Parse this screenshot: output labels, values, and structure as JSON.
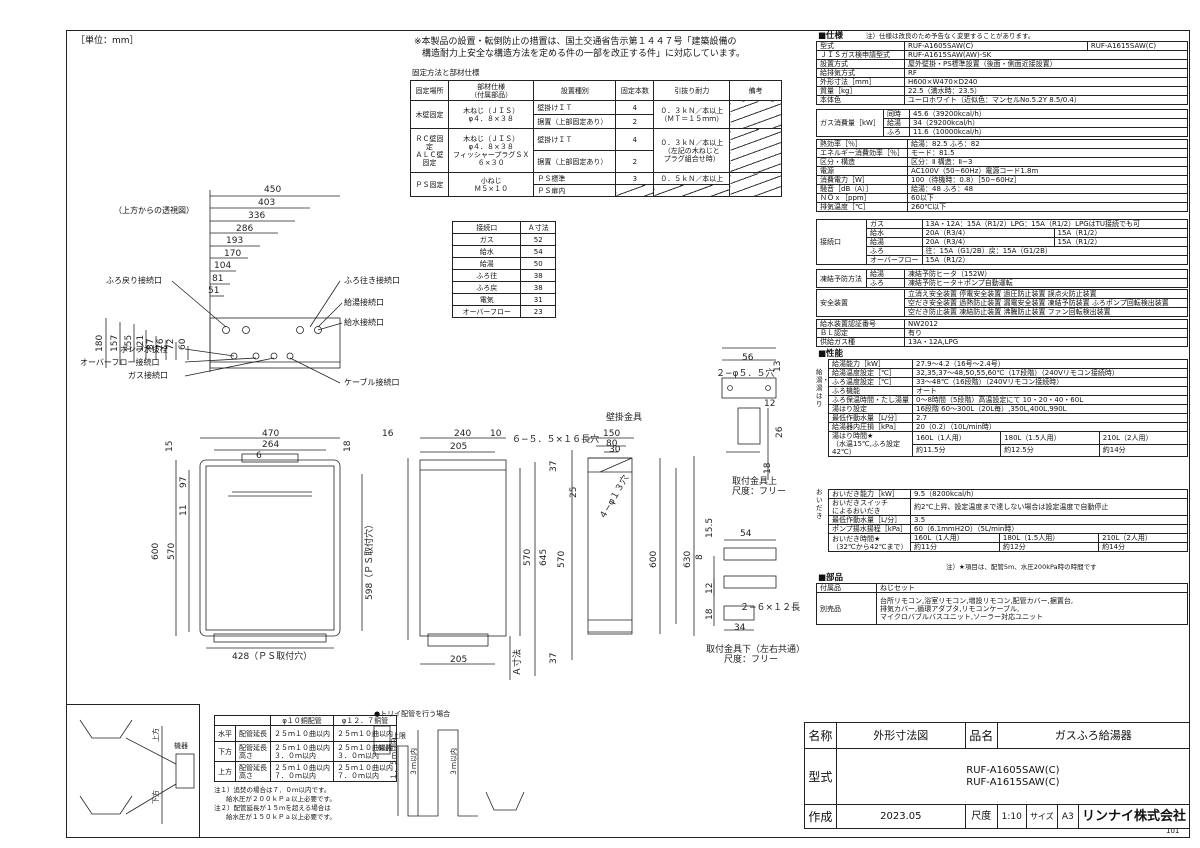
{
  "unit_label": "［単位：mm］",
  "page_number": "101",
  "notice": {
    "line1": "※本製品の設置・転倒防止の措置は、国土交通省告示第１４４７号「建築設備の",
    "line2": "構造耐力上安全な構造方法を定める件の一部を改正する件」に対応しています。"
  },
  "fixing": {
    "title": "固定方法と部材仕様",
    "headers": [
      "固定場所",
      "部材仕様\n（付属部品）",
      "設置種別",
      "固定本数",
      "引抜り耐力",
      "備考"
    ],
    "rows": [
      {
        "place": "木壁固定",
        "member": "木ねじ（ＪＩＳ）\nφ４．８×３８",
        "types": [
          "壁掛けＩＴ",
          "据置（上部固定あり）"
        ],
        "counts": [
          "4",
          "2"
        ],
        "strength": "０．３ｋＮ／本以上\n（ＭＴ＝１５ｍｍ）"
      },
      {
        "place": "ＲＣ壁固定\nＡＬＣ壁固定",
        "member": "木ねじ（ＪＩＳ）\nφ４．８×３８\nフィッシャープラグＳＸ\n６×３０",
        "types": [
          "壁掛けＩＴ",
          "据置（上部固定あり）"
        ],
        "counts": [
          "4",
          "2"
        ],
        "strength": "０．３ｋＮ／本以上\n（左記の木ねじと\nプラグ組合せ時）"
      },
      {
        "place": "ＰＳ固定",
        "member": "小ねじ\nＭ５×１０",
        "types": [
          "ＰＳ標準",
          "ＰＳ扉内"
        ],
        "counts": [
          "3",
          ""
        ],
        "strength": "０．５ｋＮ／本以上"
      }
    ]
  },
  "connections": {
    "headers": [
      "接続口",
      "Ａ寸法"
    ],
    "rows": [
      [
        "ガス",
        "52"
      ],
      [
        "給水",
        "54"
      ],
      [
        "給湯",
        "50"
      ],
      [
        "ふろ往",
        "38"
      ],
      [
        "ふろ戻",
        "38"
      ],
      [
        "電気",
        "31"
      ],
      [
        "オーバーフロー",
        "23"
      ]
    ]
  },
  "top_view": {
    "caption": "（上方からの透視図）",
    "widths": [
      "450",
      "403",
      "336",
      "286",
      "193",
      "170",
      "104",
      "81",
      "51"
    ],
    "heights": [
      "180",
      "157",
      "155",
      "121",
      "87",
      "76",
      "72",
      "60"
    ],
    "labels": [
      "ふろ戻り接続口",
      "ふろ往き接続口",
      "給湯接続口",
      "給水接続口",
      "ポンプ水抜栓",
      "オーバーフロー接続口",
      "ガス接続口",
      "ケーブル接続口"
    ]
  },
  "front_view": {
    "width": "470",
    "inner": "264",
    "six": "6",
    "top": "15",
    "right": "18",
    "d97": "97",
    "d11": "11",
    "h600": "600",
    "h570": "570",
    "ps_h": "598（ＰＳ取付穴）",
    "ps_w": "428（ＰＳ取付穴）"
  },
  "side_view": {
    "d16": "16",
    "d240": "240",
    "d10": "10",
    "d205": "205",
    "d205b": "205",
    "h570": "570",
    "h645": "645",
    "a_dim": "Ａ寸法"
  },
  "bracket": {
    "title": "壁掛金具",
    "holes": "６−５．５×１６長穴",
    "holes2": "４−φ１３穴",
    "w150": "150",
    "w80": "80",
    "w30": "30",
    "d37": "37",
    "d25": "25",
    "h570": "570",
    "h600": "600",
    "h630": "630",
    "d37b": "37"
  },
  "fitting_upper": {
    "hole": "２−φ５．５穴",
    "d13": "13",
    "d56": "56",
    "d12": "12",
    "d26": "26",
    "d18": "18",
    "caption": "取付金具上",
    "scale": "尺度：フリー"
  },
  "fitting_lower": {
    "d155": "15.5",
    "d54": "54",
    "d8": "8",
    "d12": "12",
    "d18": "18",
    "hole": "２−６×１２長穴",
    "d34": "34",
    "caption": "取付金具下（左右共通）",
    "scale": "尺度：フリー"
  },
  "specs": {
    "title": "■仕様",
    "note": "注）仕様は改良のため予告なく変更することがあります。",
    "rows": [
      [
        "型式",
        "RUF-A1605SAW(C)",
        "RUF-A1615SAW(C)"
      ],
      [
        "ＪＩＳガス検申請型式",
        "RUF-A1615SAW(AW)-SK",
        ""
      ],
      [
        "設置方式",
        "屋外壁掛・PS標準設置（後面・側面近接設置）",
        ""
      ],
      [
        "給排気方式",
        "RF",
        ""
      ],
      [
        "外形寸法［mm］",
        "H600×W470×D240",
        ""
      ],
      [
        "質量［kg］",
        "22.5（満水時：23.5）",
        ""
      ],
      [
        "本体色",
        "ユーロホワイト（近似色：マンセルNo.5.2Y 8.5/0.4）",
        ""
      ]
    ],
    "gas": {
      "label": "ガス消費量［kW］",
      "items": [
        [
          "同時",
          "45.6（39200kcal/h）"
        ],
        [
          "給湯",
          "34（29200kcal/h）"
        ],
        [
          "ふろ",
          "11.6（10000kcal/h）"
        ]
      ]
    },
    "rows2": [
      [
        "熱効率［％］",
        "給湯：82.5 ふろ：82"
      ],
      [
        "エネルギー消費効率［％］",
        "モード：81.5"
      ],
      [
        "区分・構造",
        "区分：Ⅱ 構造：Ⅱ−3"
      ],
      [
        "電源",
        "AC100V（50−60Hz）電源コード1.8m"
      ],
      [
        "消費電力［W］",
        "100（待機時：0.8）［50−60Hz］"
      ],
      [
        "騒音［dB（A）］",
        "給湯：48 ふろ：48"
      ],
      [
        "ＮＯｘ［ppm］",
        "60以下"
      ],
      [
        "排気温度［℃］",
        "260℃以下"
      ]
    ],
    "conn": {
      "label": "接続口",
      "items": [
        [
          "ガス",
          "13A・12A：15A（R1/2）LPG：15A（R1/2）LPGはTU接続でも可",
          ""
        ],
        [
          "給水",
          "20A（R3/4）",
          "15A（R1/2）"
        ],
        [
          "給湯",
          "20A（R3/4）",
          "15A（R1/2）"
        ],
        [
          "ふろ",
          "往：15A（G1/2B）戻：15A（G1/2B）",
          ""
        ],
        [
          "オーバーフロー",
          "15A（R1/2）",
          ""
        ]
      ]
    },
    "freeze": {
      "label": "凍結予防方法",
      "items": [
        [
          "給湯",
          "凍結予防ヒータ（152W）"
        ],
        [
          "ふろ",
          "凍結予防ヒータ＋ポンプ自動運転"
        ]
      ]
    },
    "safety": {
      "label": "安全装置",
      "lines": [
        "立消え安全装置 停電安全装置 過圧防止装置 誤点火防止装置",
        "空だき安全装置 過熱防止装置 漏電安全装置 凍結予防装置 ふろポンプ回転検出装置",
        "空だき防止装置 凍結防止装置 沸騰防止装置 ファン回転検出装置"
      ]
    },
    "rows3": [
      [
        "給水装置認証番号",
        "NW2012"
      ],
      [
        "ＢＬ認定",
        "有り"
      ],
      [
        "供給ガス種",
        "13A・12A,LPG"
      ]
    ]
  },
  "performance": {
    "title": "■性能",
    "side_a": "給湯・湯はり",
    "side_b": "おいだき",
    "rows_a": [
      [
        "給湯能力［kW］",
        "27.9〜4.2（16号〜2.4号）"
      ],
      [
        "給湯温度設定［℃］",
        "32,35,37〜48,50,55,60℃（17段階）（240Vリモコン接続時）"
      ],
      [
        "ふろ温度設定［℃］",
        "33〜48℃（16段階）（240Vリモコン接続時）"
      ],
      [
        "ふろ機能",
        "オート"
      ],
      [
        "ふろ保温時間・たし湯量",
        "0〜8時間（5段階）高温設定にて 10・20・40・60L"
      ],
      [
        "湯はり設定",
        "16段階 60〜300L（20L毎）,350L,400L,990L"
      ],
      [
        "最低作動水量［L/分］",
        "2.7"
      ],
      [
        "給湯器内圧損［kPa］",
        "20（0.2）（10L/min時）"
      ]
    ],
    "fill_time": {
      "label": "湯はり時間★\n（水温15℃,ふろ設定42℃）",
      "v": [
        "160L（1人用）",
        "180L（1.5人用）",
        "210L（2人用）"
      ],
      "t": [
        "約11.5分",
        "約12.5分",
        "約14分"
      ]
    },
    "rows_b": [
      [
        "おいだき能力［kW］",
        "9.5（8200kcal/h）"
      ],
      [
        "おいだきスイッチ\nによるおいだき",
        "約2℃上昇、設定温度まで達しない場合は設定温度で自動停止"
      ],
      [
        "最低作動水量［L/分］",
        "3.5"
      ],
      [
        "ポンプ揚水揚程［kPa］",
        "60（6.1mmH2O）（5L/min時）"
      ]
    ],
    "reheat_time": {
      "label": "おいだき時間★\n（32℃から42℃まで）",
      "v": [
        "160L（1人用）",
        "180L（1.5人用）",
        "210L（2人用）"
      ],
      "t": [
        "約11分",
        "約12分",
        "約14分"
      ]
    },
    "note": "注）★項目は、配管5m、水圧200kPa時の時間です"
  },
  "parts": {
    "title": "■部品",
    "rows": [
      [
        "付属品",
        "ねじセット"
      ],
      [
        "別売品",
        "台所リモコン,浴室リモコン,増設リモコン,配管カバー,据置台,\n排気カバー,循環アダプタ,リモコンケーブル,\nマイクロバブルバスユニット,ソーラー対応ユニット"
      ]
    ]
  },
  "install_notes": {
    "trap_title": "●トリイ配管を行う場合",
    "col_heads": [
      "",
      "φ１０銅配管",
      "φ１２．７銅管"
    ],
    "rows": [
      [
        "水平",
        "配管延長",
        "２５ｍ１０曲以内",
        "２５ｍ１０曲以内"
      ],
      [
        "下方",
        "配管延長\n高さ",
        "２５ｍ１０曲以内\n３．０ｍ以内",
        "２５ｍ１０曲以内\n３．０ｍ以内"
      ],
      [
        "上方",
        "配管延長\n高さ",
        "２５ｍ１０曲以内\n７．０ｍ以内",
        "２５ｍ１０曲以内\n７．０ｍ以内"
      ]
    ],
    "notes": [
      "注１）追焚の場合は７．０ｍ以内です。",
      "給水圧が２００ｋＰａ以上必要です。",
      "注２）配管延長が１５ｍを超える場合は",
      "給水圧が１５０ｋＰａ以上必要です。"
    ],
    "labels": [
      "上方",
      "下方",
      "機器",
      "３ｍ以内",
      "１．５ｍ以内",
      "上限",
      "機器",
      "３ｍ以内"
    ]
  },
  "title_block": {
    "name_label": "名称",
    "name_value": "外形寸法図",
    "product_label": "品名",
    "product_value": "ガスふろ給湯器",
    "model_label": "型式",
    "models": [
      "RUF-A1605SAW(C)",
      "RUF-A1615SAW(C)"
    ],
    "made_label": "作成",
    "date": "2023.05",
    "scale_label": "尺度",
    "scale": "1:10",
    "size_label": "サイズ",
    "size": "A3",
    "company": "リンナイ株式会社"
  }
}
